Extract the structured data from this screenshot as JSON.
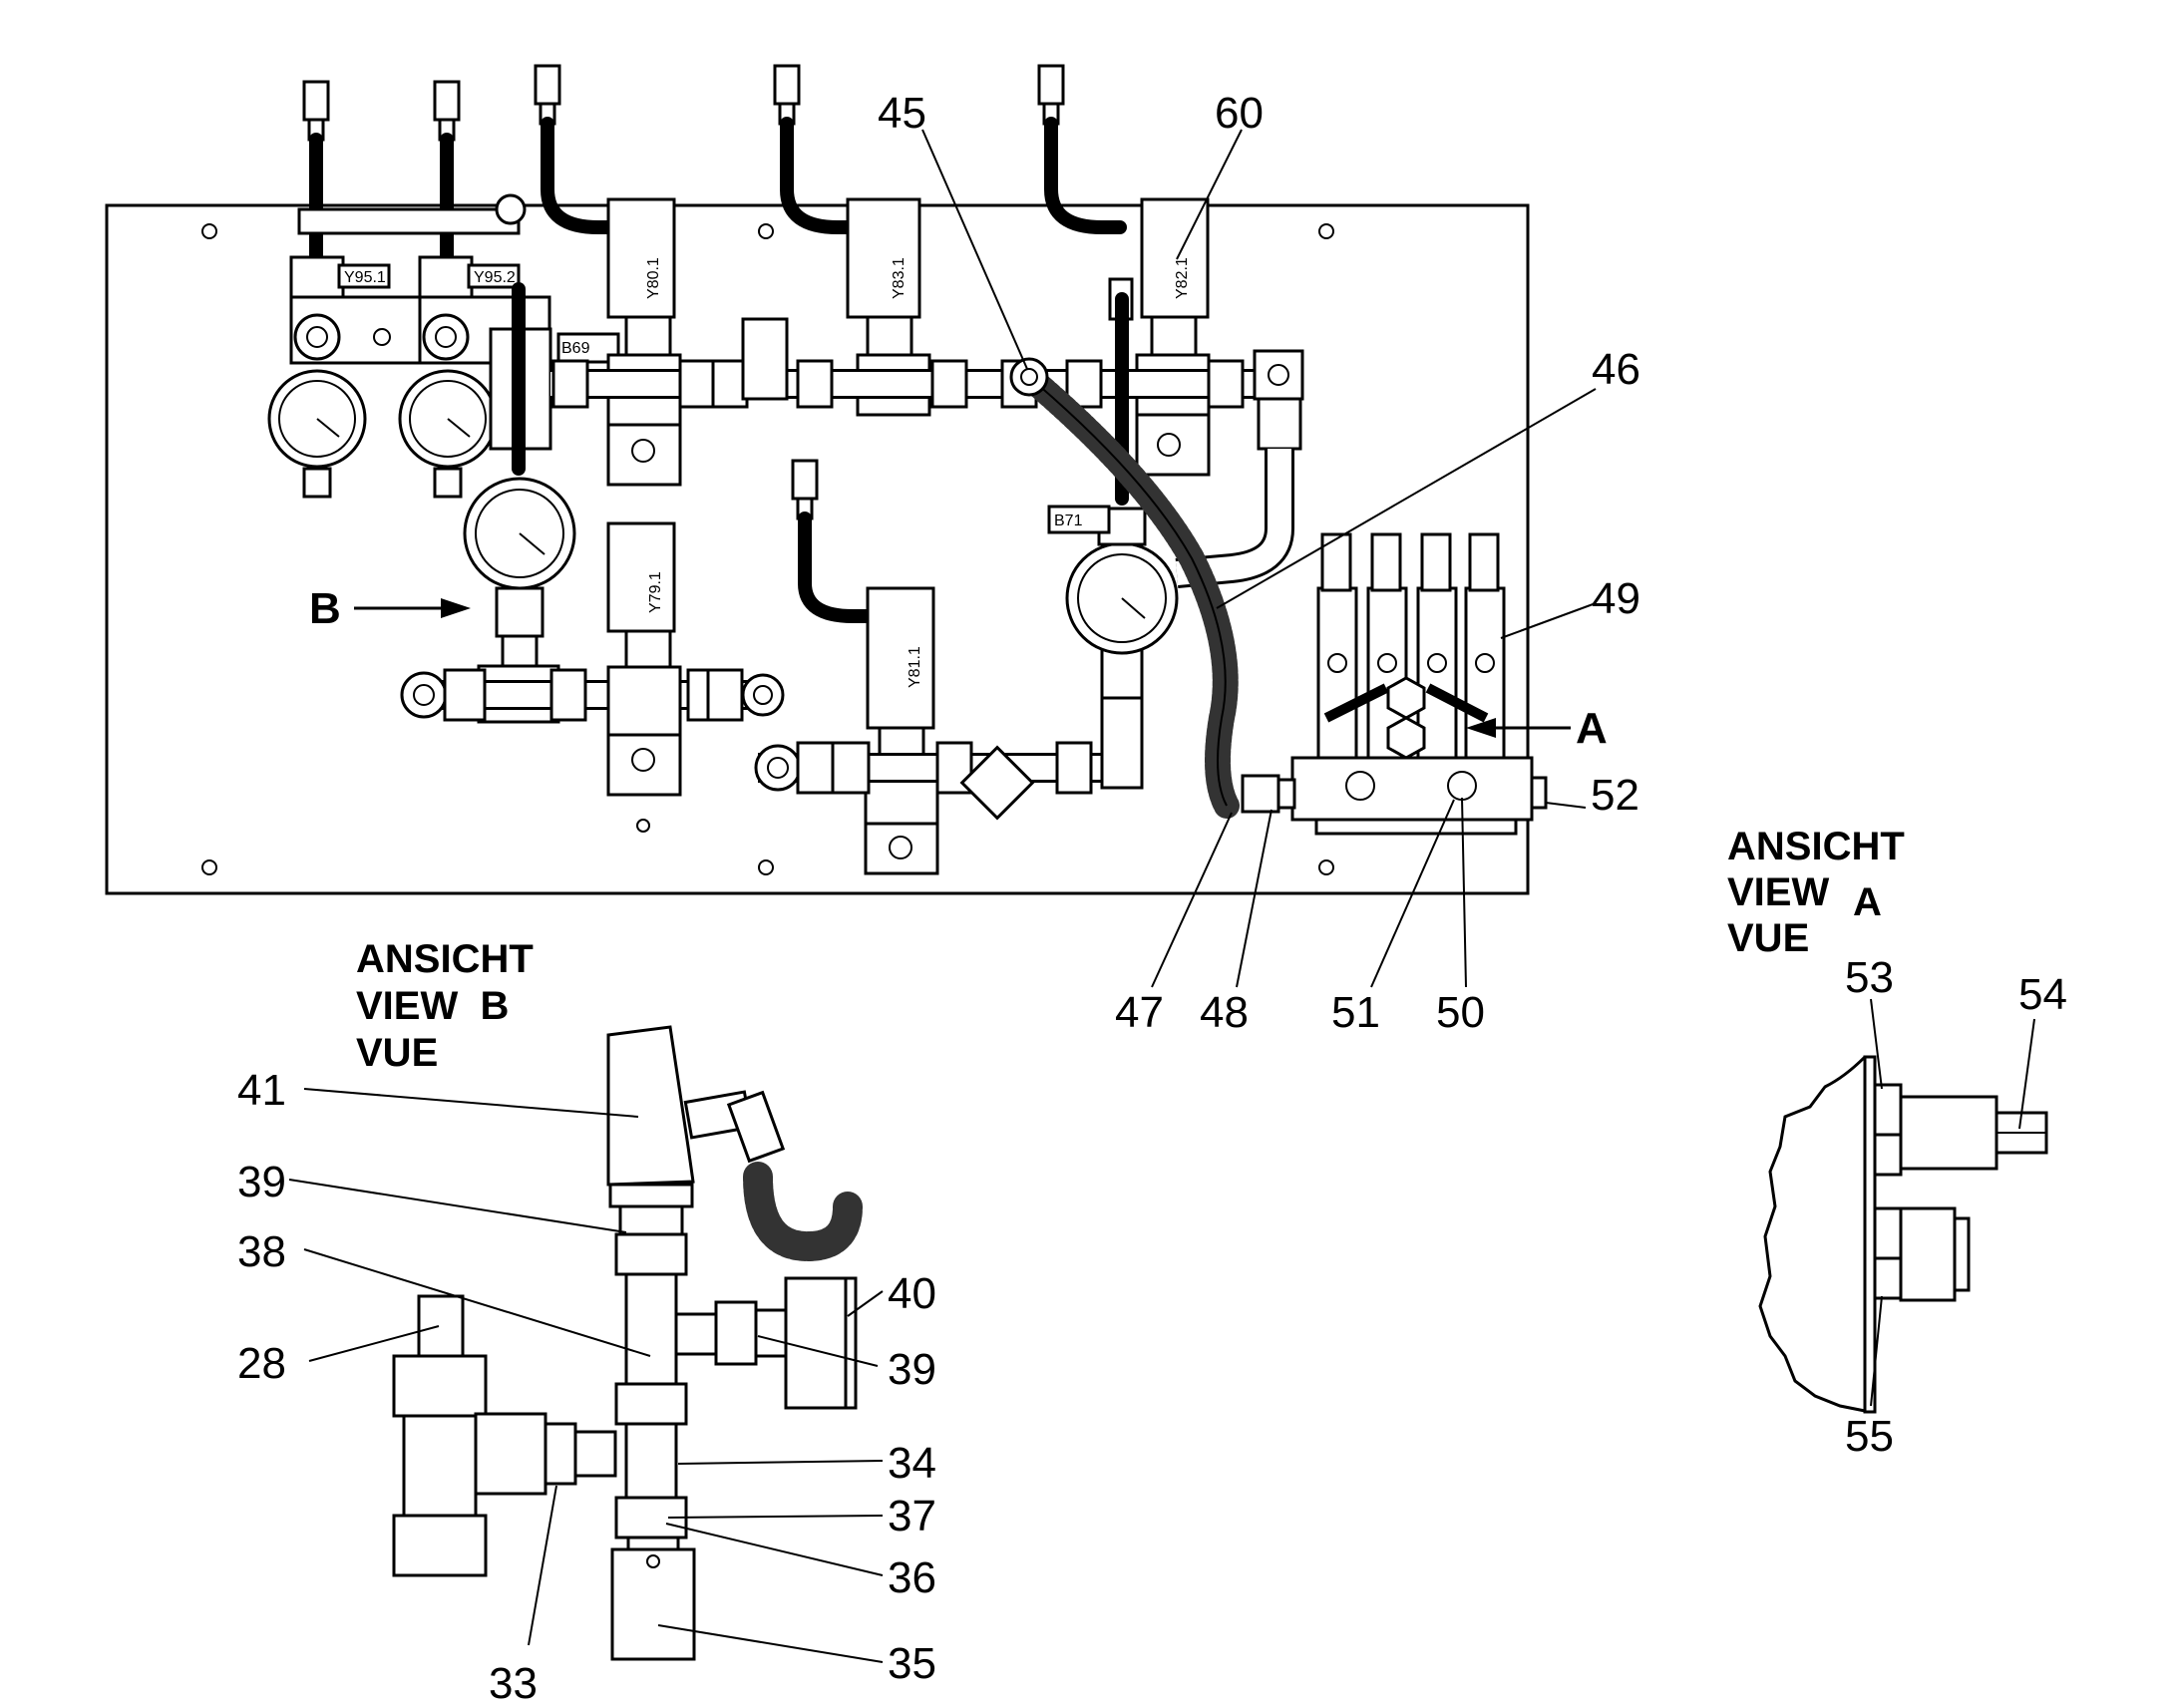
{
  "callouts": {
    "c45": "45",
    "c60": "60",
    "c46": "46",
    "c49": "49",
    "cA": "A",
    "cB": "B",
    "c52": "52",
    "c47": "47",
    "c48": "48",
    "c51": "51",
    "c50": "50",
    "c41": "41",
    "c39a": "39",
    "c38": "38",
    "c40": "40",
    "c28": "28",
    "c39b": "39",
    "c34": "34",
    "c37": "37",
    "c36": "36",
    "c35": "35",
    "c33": "33",
    "c53": "53",
    "c54": "54",
    "c55": "55"
  },
  "view_b": {
    "line1": "ANSICHT",
    "line2": "VIEW  B",
    "line3": "VUE"
  },
  "view_a": {
    "line1": "ANSICHT",
    "line2": "VIEW",
    "letter": "A",
    "line3": "VUE"
  },
  "tags": {
    "y95_1": "Y95.1",
    "y95_2": "Y95.2",
    "b69": "B69",
    "y80_1": "Y80.1",
    "y83_1": "Y83.1",
    "y82_1": "Y82.1",
    "b71": "B71",
    "y79_1": "Y79.1",
    "y81_1": "Y81.1"
  }
}
